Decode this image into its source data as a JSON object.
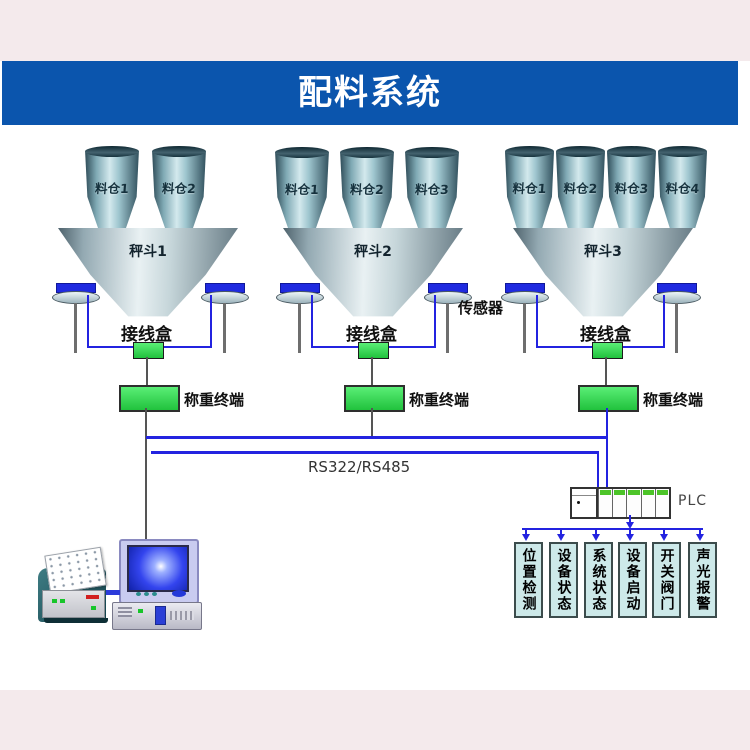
{
  "title": "配料系统",
  "sensor_label": "传感器",
  "bus_label": "RS322/RS485",
  "plc_label": "PLC",
  "junction_label": "接线盒",
  "terminal_label": "称重终端",
  "groups": [
    {
      "scale": "秤斗1",
      "silos": [
        "料仓1",
        "料仓2"
      ]
    },
    {
      "scale": "秤斗2",
      "silos": [
        "料仓1",
        "料仓2",
        "料仓3"
      ]
    },
    {
      "scale": "秤斗3",
      "silos": [
        "料仓1",
        "料仓2",
        "料仓3",
        "料仓4"
      ]
    }
  ],
  "outputs": [
    "位置检测",
    "设备状态",
    "系统状态",
    "设备启动",
    "开关阀门",
    "声光报警"
  ],
  "colors": {
    "banner": "#0b55ad",
    "title_text": "#ffffff",
    "wire_blue": "#2323e0",
    "box_green": "#2ede4e",
    "output_fill": "#cde9e9",
    "page_strip_pink": "#f4eaec"
  }
}
